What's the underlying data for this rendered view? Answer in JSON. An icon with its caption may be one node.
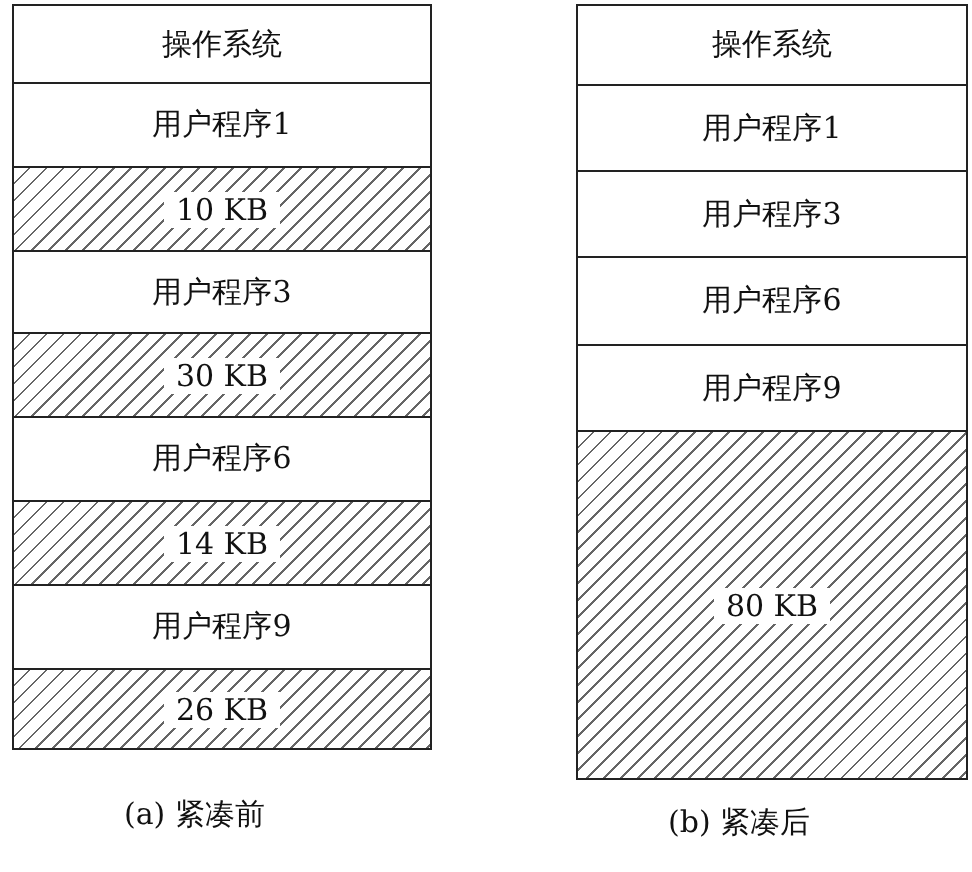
{
  "diagram": {
    "nodes": [
      {
        "text": [
          "操作系统"
        ]
      },
      {
        "text": [
          "用户程序1"
        ]
      },
      {
        "text": [
          "10 KB"
        ]
      },
      {
        "text": [
          "用户程序3"
        ]
      },
      {
        "text": [
          "30 KB"
        ]
      },
      {
        "text": [
          "用户程序6"
        ]
      },
      {
        "text": [
          "14 KB"
        ]
      },
      {
        "text": [
          "用户程序9"
        ]
      },
      {
        "text": [
          "26 KB"
        ]
      },
      {
        "text": [
          "操作系统"
        ]
      },
      {
        "text": [
          "用户程序1"
        ]
      },
      {
        "text": [
          "用户程序3"
        ]
      },
      {
        "text": [
          "用户程序6"
        ]
      },
      {
        "text": [
          "用户程序9"
        ]
      },
      {
        "text": [
          "80 KB"
        ]
      }
    ],
    "labels": [
      "(a) 紧凑前",
      "(b) 紧凑后"
    ]
  }
}
